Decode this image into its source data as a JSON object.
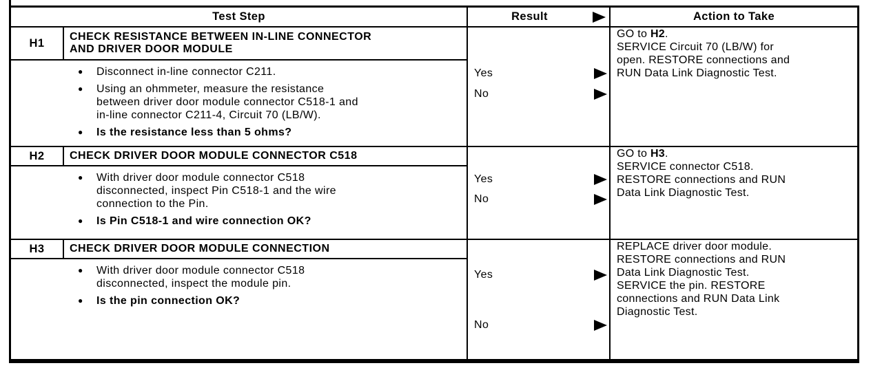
{
  "header": {
    "test_step": "Test Step",
    "result": "Result",
    "action": "Action to Take"
  },
  "icons": {
    "bullet": "●"
  },
  "colors": {
    "ink": "#000000",
    "paper": "#ffffff"
  },
  "sections": [
    {
      "id": "H1",
      "title": "CHECK RESISTANCE BETWEEN IN-LINE CONNECTOR\nAND DRIVER DOOR MODULE",
      "bullets": [
        "Disconnect in-line connector C211.",
        "Using an ohmmeter, measure the resistance\nbetween driver door module connector C518-1 and\nin-line connector C211-4, Circuit 70 (LB/W).",
        "Is the resistance less than 5 ohms?"
      ],
      "results": [
        {
          "label": "Yes",
          "action_pre": "GO to ",
          "action_ref": "H2",
          "action_post": "."
        },
        {
          "label": "No",
          "action_pre": "SERVICE Circuit 70 (LB/W) for\nopen. RESTORE connections and\nRUN Data Link Diagnostic Test.",
          "action_ref": "",
          "action_post": ""
        }
      ]
    },
    {
      "id": "H2",
      "title": "CHECK DRIVER DOOR MODULE CONNECTOR C518",
      "bullets": [
        "With driver door module connector C518\ndisconnected, inspect Pin C518-1 and the wire\nconnection to the Pin.",
        "Is Pin C518-1 and wire connection OK?"
      ],
      "results": [
        {
          "label": "Yes",
          "action_pre": "GO to ",
          "action_ref": "H3",
          "action_post": "."
        },
        {
          "label": "No",
          "action_pre": "SERVICE connector C518.\nRESTORE connections and RUN\nData Link Diagnostic Test.",
          "action_ref": "",
          "action_post": ""
        }
      ]
    },
    {
      "id": "H3",
      "title": "CHECK DRIVER DOOR MODULE CONNECTION",
      "bullets": [
        "With driver door module connector C518\ndisconnected, inspect the module pin.",
        "Is the pin connection OK?"
      ],
      "results": [
        {
          "label": "Yes",
          "action_pre": "REPLACE driver door module.\nRESTORE connections and RUN\nData Link Diagnostic Test.",
          "action_ref": "",
          "action_post": ""
        },
        {
          "label": "No",
          "action_pre": "SERVICE the pin. RESTORE\nconnections and RUN Data Link\nDiagnostic Test.",
          "action_ref": "",
          "action_post": ""
        }
      ]
    }
  ]
}
